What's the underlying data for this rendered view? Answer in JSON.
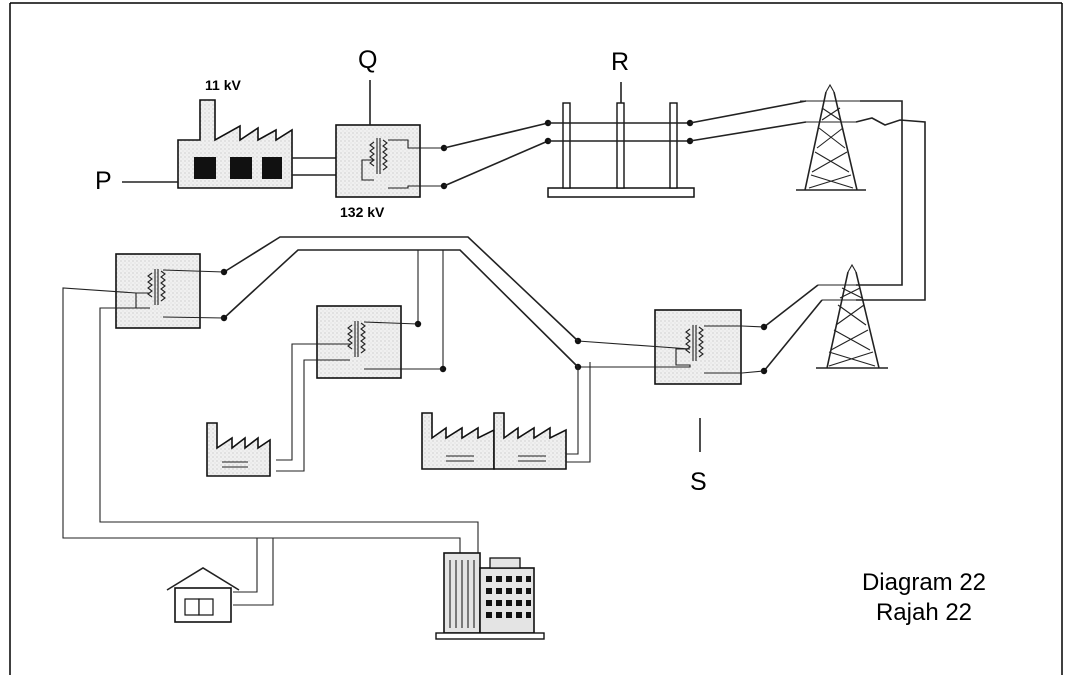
{
  "labels": {
    "P": "P",
    "Q": "Q",
    "R": "R",
    "S": "S",
    "voltage_generation": "11 kV",
    "voltage_transmission": "132 kV"
  },
  "caption": {
    "line1": "Diagram 22",
    "line2": "Rajah 22"
  }
}
